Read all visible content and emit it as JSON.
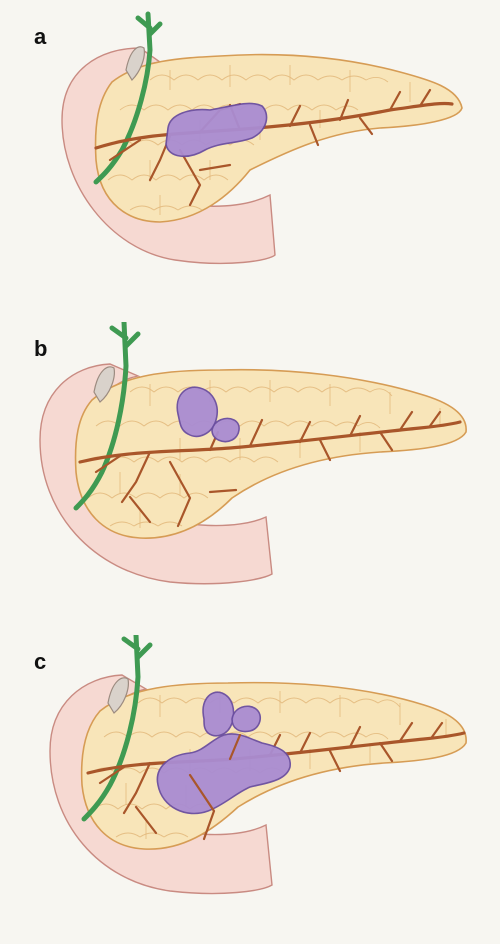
{
  "panels": [
    {
      "label": "a"
    },
    {
      "label": "b"
    },
    {
      "label": "c"
    }
  ],
  "colors": {
    "background": "#f7f6f1",
    "pancreas_fill": "#f8e5b9",
    "pancreas_outline": "#d69c55",
    "duodenum_fill": "#f6d9d2",
    "pancreatic_duct": "#a9562a",
    "bile_duct": "#3f9a52",
    "cystic_lesion": "#a98cd2"
  }
}
